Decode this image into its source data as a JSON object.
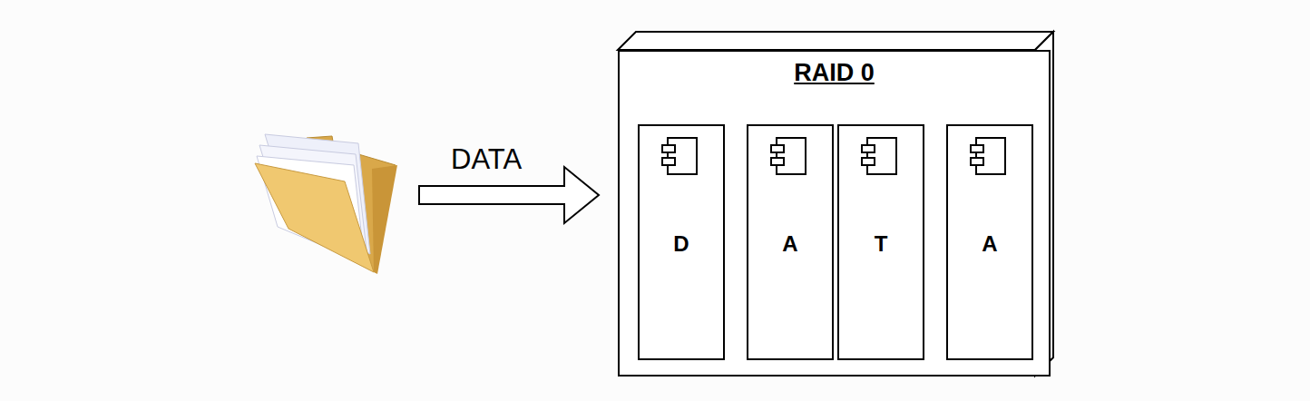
{
  "diagram": {
    "nodes": [
      {
        "text": [
          "RAID 0"
        ]
      },
      {
        "text": [
          "D"
        ],
        "in": 0
      },
      {
        "text": [
          "A"
        ],
        "in": 0
      },
      {
        "text": [
          "T"
        ],
        "in": 0
      },
      {
        "text": [
          "A"
        ],
        "in": 0
      }
    ],
    "labels": [
      "DATA"
    ]
  }
}
